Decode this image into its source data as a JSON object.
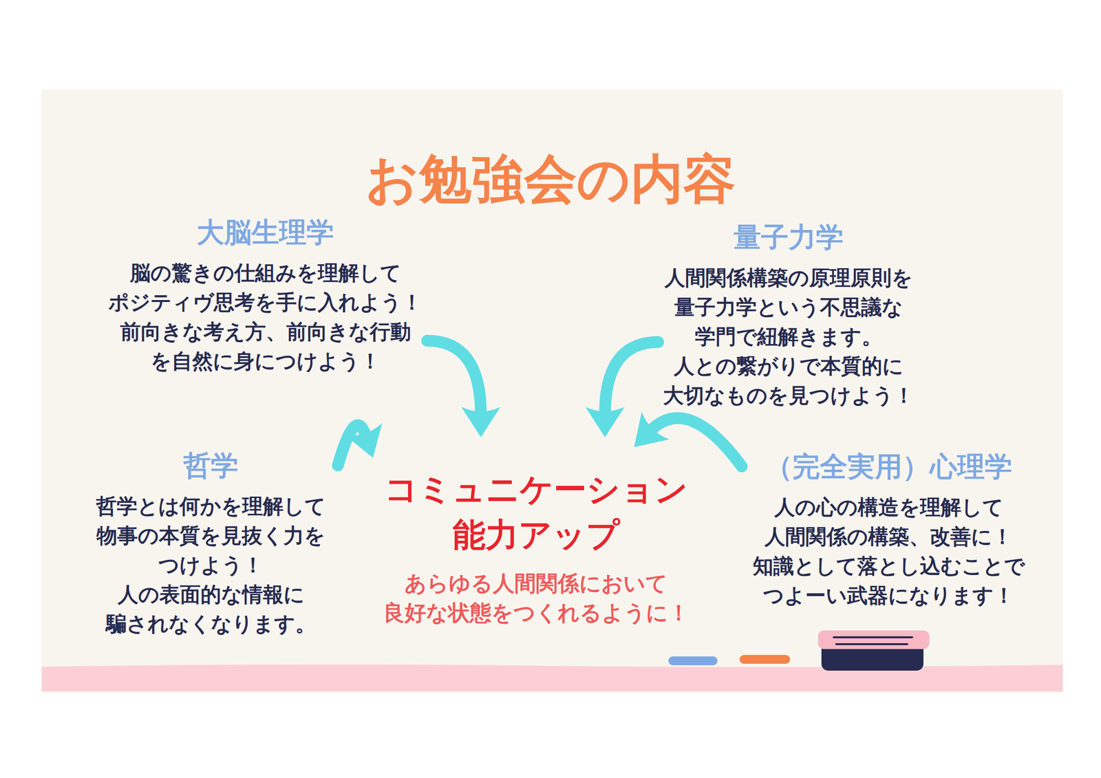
{
  "diagram": {
    "title": "お勉強会の内容",
    "nodes": [
      {
        "text": [
          "大脳生理学",
          "脳の驚きの仕組みを理解して ポジティヴ思考を手に入れよう！ 前向きな考え方、前向きな行動 を自然に身につけよう！"
        ]
      },
      {
        "text": [
          "量子力学",
          "人間関係構築の原理原則を 量子力学という不思議な 学門で紐解きます。 人との繋がりで本質的に 大切なものを見つけよう！"
        ]
      },
      {
        "text": [
          "哲学",
          "哲学とは何かを理解して 物事の本質を見抜く力を つけよう！ 人の表面的な情報に 騙されなくなります。"
        ]
      },
      {
        "text": [
          "コミュニケーション 能力アップ",
          "あらゆる人間関係において 良好な状態をつくれるように！"
        ]
      },
      {
        "text": [
          "（完全実用）心理学",
          "人の心の構造を理解して 人間関係の構築、改善に！ 知識として落とし込むことで つよーい武器になります！"
        ]
      }
    ],
    "edges": [
      {
        "from": 0,
        "to": 3,
        "arrow": "to"
      },
      {
        "from": 1,
        "to": 3,
        "arrow": "to"
      },
      {
        "from": 2,
        "to": 3,
        "arrow": "to"
      },
      {
        "from": 4,
        "to": 3,
        "arrow": "to"
      }
    ]
  }
}
